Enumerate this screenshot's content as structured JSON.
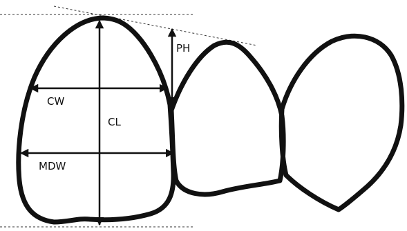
{
  "labels": {
    "ph": "PH",
    "cw": "CW",
    "cl": "CL",
    "mdw": "MDW"
  },
  "colors": {
    "outline": "#111111",
    "background": "#ffffff",
    "dashed": "#333333"
  }
}
